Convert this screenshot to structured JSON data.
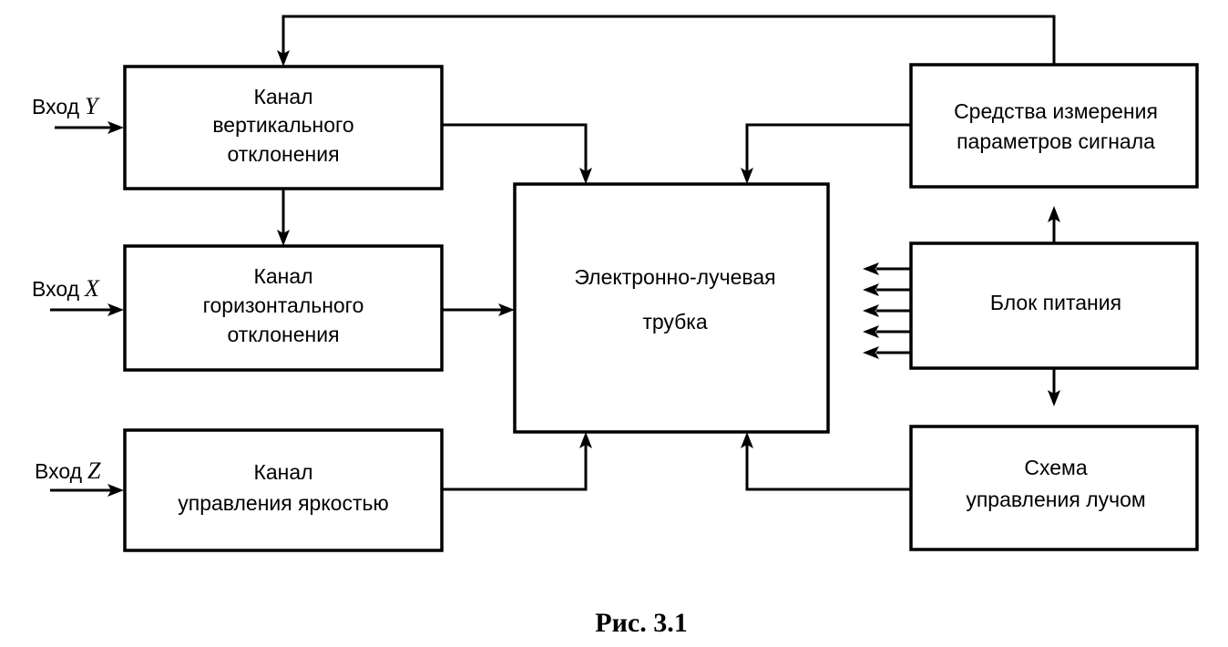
{
  "blocks": {
    "vertical": {
      "lines": [
        "Канал",
        "вертикального",
        "отклонения"
      ]
    },
    "horizontal": {
      "lines": [
        "Канал",
        "горизонтального",
        "отклонения"
      ]
    },
    "brightness": {
      "lines": [
        "Канал",
        "управления яркостью"
      ]
    },
    "crt": {
      "lines": [
        "Электронно-лучевая",
        "трубка"
      ]
    },
    "measure": {
      "lines": [
        "Средства измерения",
        "параметров сигнала"
      ]
    },
    "power": {
      "lines": [
        "Блок питания"
      ]
    },
    "beam": {
      "lines": [
        "Схема",
        "управления лучом"
      ]
    }
  },
  "inputs": {
    "y": {
      "prefix": "Вход",
      "var": "Y"
    },
    "x": {
      "prefix": "Вход",
      "var": "X"
    },
    "z": {
      "prefix": "Вход",
      "var": "Z"
    }
  },
  "caption": "Рис. 3.1"
}
